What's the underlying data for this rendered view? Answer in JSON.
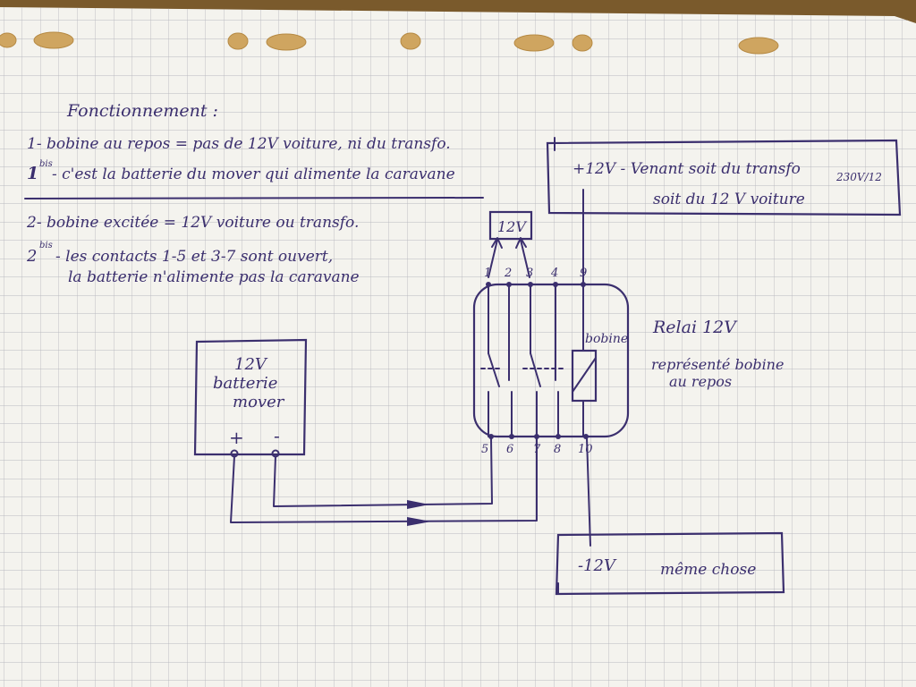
{
  "heading": "Fonctionnement :",
  "notes": {
    "line1": "1- bobine au repos = pas de 12V voiture, ni du transfo.",
    "line1bis_num": "1",
    "line1bis_sup": "bis",
    "line1bis_text": "- c'est la batterie du mover qui alimente la caravane",
    "line2": "2- bobine excitée = 12V voiture ou transfo.",
    "line2bis_num": "2",
    "line2bis_sup": "bis",
    "line2bis_text_a": "- les contacts 1-5 et 3-7 sont ouvert,",
    "line2bis_text_b": "la batterie n'alimente pas la caravane"
  },
  "supply_box": {
    "line1": "+12V - Venant soit du transfo",
    "sub": "230V/12",
    "line2": "soit du 12 V voiture"
  },
  "ground_box": {
    "left": "-12V",
    "right": "même chose"
  },
  "battery": {
    "line1": "12V",
    "line2": "batterie",
    "line3": "mover",
    "plus": "+",
    "minus": "-"
  },
  "relay": {
    "title": "Relai 12V",
    "desc_line1": "représenté bobine",
    "desc_line2": "au repos",
    "coil_label": "bobine",
    "top_pins": [
      "1",
      "2",
      "3",
      "4",
      "9"
    ],
    "bottom_pins": [
      "5",
      "6",
      "7",
      "8",
      "10"
    ]
  },
  "small_box_label": "12V"
}
